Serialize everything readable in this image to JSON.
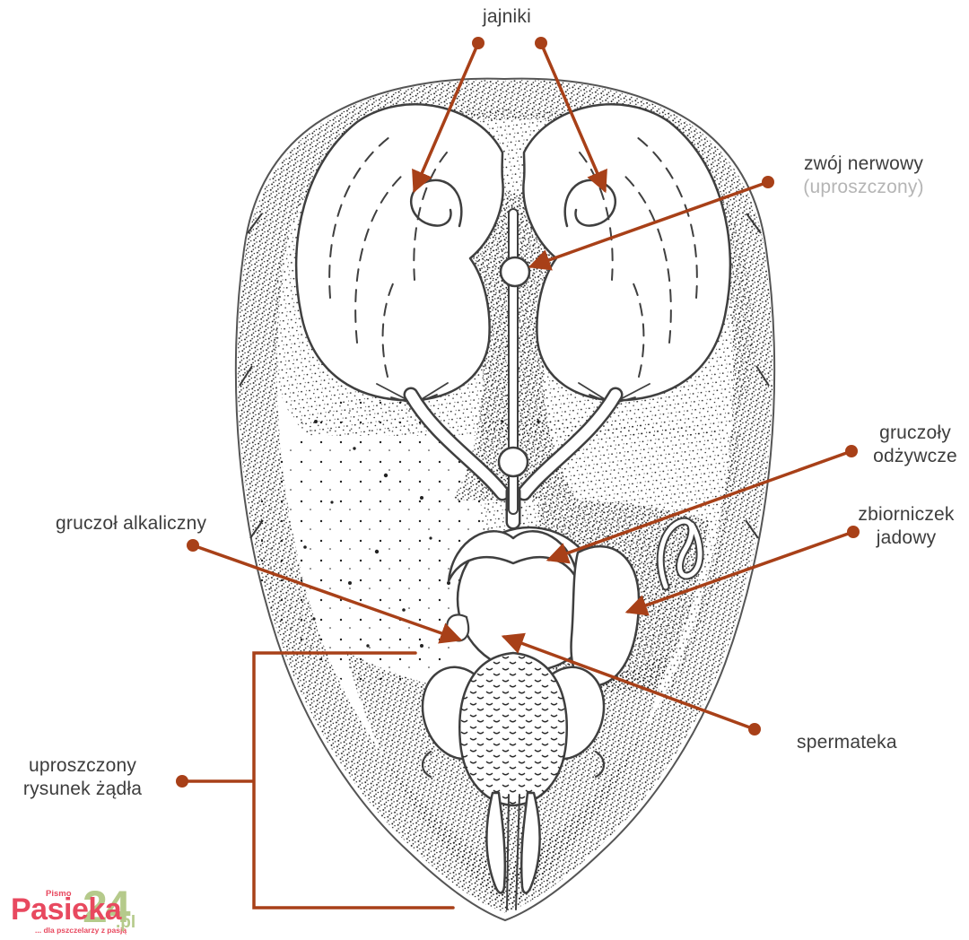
{
  "colors": {
    "accent_rust": "#a84018",
    "label_text": "#3d3d3d",
    "muted_text": "#b5b5b5",
    "illustration_ink": "#1f1f1f",
    "logo_red": "#e8495f",
    "logo_green": "#b5ca8b"
  },
  "labels": {
    "ovaries": "jajniki",
    "nerve_ganglion_line1": "zwój nerwowy",
    "nerve_ganglion_line2": "(uproszczony)",
    "nutritive_glands_line1": "gruczoły",
    "nutritive_glands_line2": "odżywcze",
    "venom_sac_line1": "zbiorniczek",
    "venom_sac_line2": "jadowy",
    "alkaline_gland": "gruczoł alkaliczny",
    "spermatheca": "spermateka",
    "sting_sketch_line1": "uproszczony",
    "sting_sketch_line2": "rysunek żądła"
  },
  "logo": {
    "kicker": "Pismo",
    "name": "Pasieka",
    "number": "24",
    "tld": ".pl",
    "tagline": "... dla pszczelarzy z pasją"
  }
}
